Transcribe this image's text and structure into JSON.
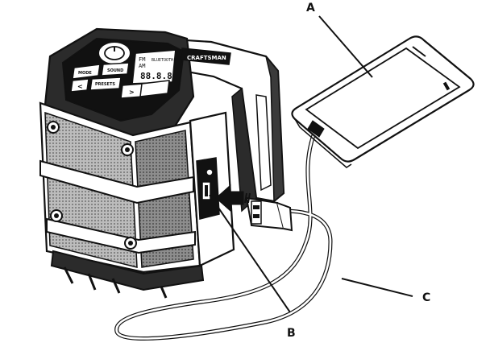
{
  "callouts": {
    "a": "A",
    "b": "B",
    "c": "C"
  },
  "radio": {
    "brand": "CRAFTSMAN",
    "mode_label": "MODE",
    "sound_label": "SOUND",
    "presets_label": "PRESETS",
    "prev_label": "<",
    "next_label": ">",
    "lcd_band_fm": "FM",
    "lcd_band_am": "AM",
    "lcd_line": "BLUETOOTH",
    "lcd_digits": "88.8.8"
  },
  "colors": {
    "ink": "#111111",
    "dark_panel": "#2b2b2b",
    "grille": "#9a9a9a",
    "mid_gray": "#6e6e6e",
    "light_gray": "#d9d9d9"
  },
  "icons": {
    "arrow": "insert-arrow-icon",
    "usb": "usb-plug-icon",
    "phone": "smartphone-icon"
  }
}
